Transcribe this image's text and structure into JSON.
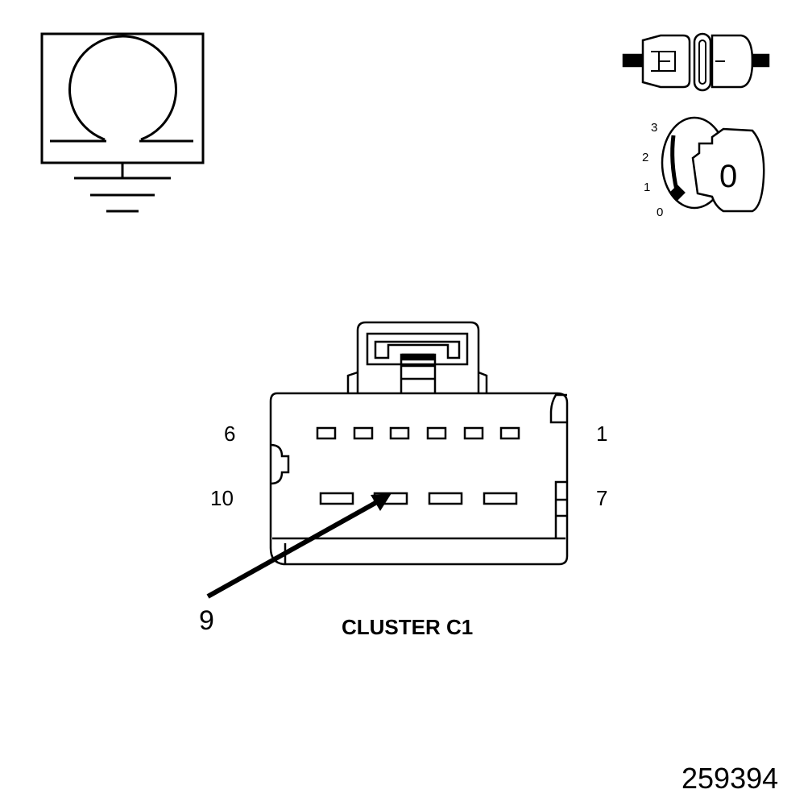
{
  "diagram": {
    "connector_name": "CLUSTER C1",
    "pin_labels": {
      "top_left": "6",
      "top_right": "1",
      "bottom_left": "10",
      "bottom_right": "7"
    },
    "pointer_label": "9",
    "figure_id": "259394"
  },
  "ignition": {
    "positions": [
      "3",
      "2",
      "1",
      "0"
    ],
    "key_position": "0"
  },
  "icons": {
    "ohmmeter": "ohmmeter-ground-icon",
    "disconnect": "connector-disconnect-icon",
    "ignition": "ignition-switch-off-icon"
  }
}
